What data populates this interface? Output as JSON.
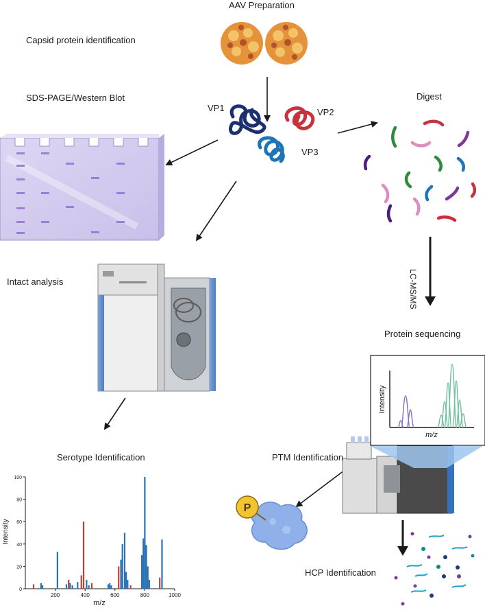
{
  "labels": {
    "aav_preparation": "AAV Preparation",
    "capsid_id": "Capsid protein identification",
    "sds_page": "SDS-PAGE/Western Blot",
    "vp1": "VP1",
    "vp2": "VP2",
    "vp3": "VP3",
    "digest": "Digest",
    "lcmsms": "LC-MS/MS",
    "intact_analysis": "Intact analysis",
    "protein_sequencing": "Protein sequencing",
    "serotype_id": "Serotype Identification",
    "ptm_id": "PTM Identification",
    "hcp_id": "HCP Identification",
    "phospho": "P"
  },
  "spectrum_inset": {
    "ylabel": "Intensity",
    "xlabel": "m/z"
  },
  "chart_data": {
    "type": "bar",
    "title": "Serotype Identification",
    "xlabel": "m/z",
    "ylabel": "Intensity",
    "xlim": [
      0,
      1000
    ],
    "ylim": [
      0,
      100
    ],
    "xticks": [
      200,
      400,
      600,
      800,
      1000
    ],
    "yticks": [
      0,
      20,
      40,
      60,
      80,
      100
    ],
    "colors": {
      "red": "#c83a32",
      "blue": "#2a72b5"
    },
    "series": [
      {
        "color": "red",
        "x": [
          55,
          290,
          375,
          390,
          445,
          625,
          705,
          900
        ],
        "y": [
          4,
          8,
          12,
          60,
          5,
          20,
          3,
          10
        ]
      },
      {
        "color": "blue",
        "x": [
          105,
          115,
          215,
          275,
          300,
          315,
          350,
          410,
          425,
          555,
          565,
          575,
          640,
          650,
          665,
          675,
          685,
          780,
          790,
          800,
          810,
          820,
          830,
          915
        ],
        "y": [
          5,
          3,
          33,
          4,
          5,
          3,
          6,
          8,
          3,
          4,
          5,
          3,
          26,
          40,
          50,
          15,
          8,
          30,
          45,
          100,
          39,
          20,
          8,
          44
        ]
      }
    ]
  }
}
